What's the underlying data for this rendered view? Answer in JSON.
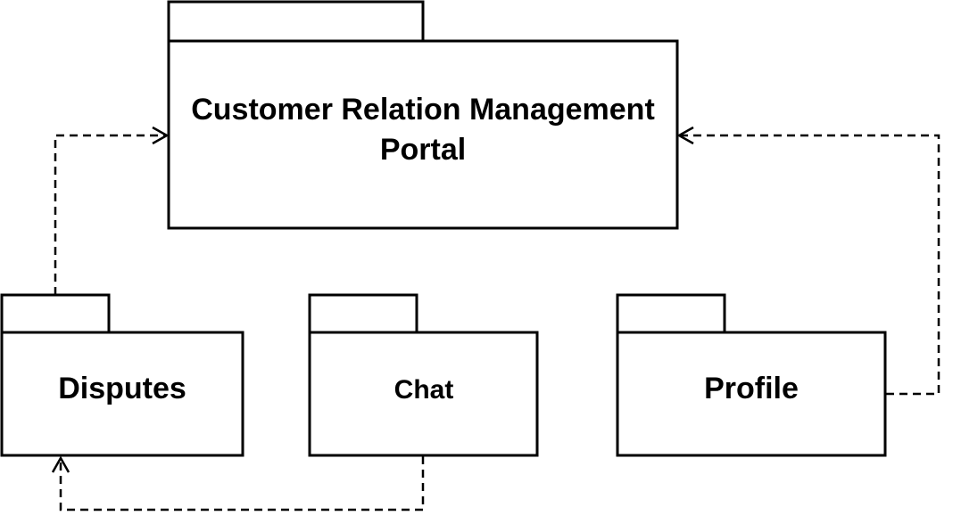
{
  "diagram": {
    "type": "uml-package-diagram",
    "stroke_color": "#000000",
    "background_color": "#ffffff",
    "packages": {
      "crm": {
        "label_line1": "Customer Relation Management",
        "label_line2": "Portal"
      },
      "disputes": {
        "label": "Disputes"
      },
      "chat": {
        "label": "Chat"
      },
      "profile": {
        "label": "Profile"
      }
    },
    "dependencies": [
      {
        "from": "Disputes",
        "to": "Customer Relation Management Portal",
        "style": "dashed",
        "arrow": "open"
      },
      {
        "from": "Profile",
        "to": "Customer Relation Management Portal",
        "style": "dashed",
        "arrow": "open"
      },
      {
        "from": "Chat",
        "to": "Disputes",
        "style": "dashed",
        "arrow": "open"
      }
    ]
  }
}
